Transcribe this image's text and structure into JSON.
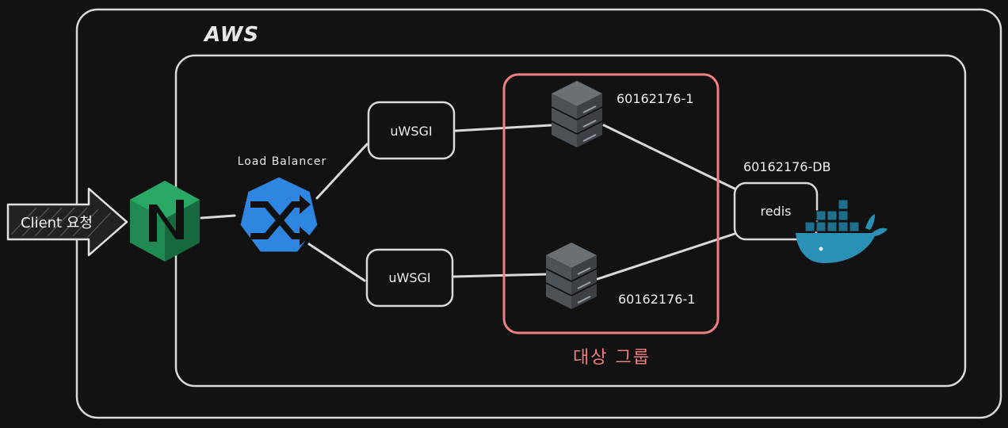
{
  "diagram": {
    "outer_label": "AWS",
    "client_label": "Client 요청",
    "load_balancer_label": "Load Balancer",
    "uwsgi_top_label": "uWSGI",
    "uwsgi_bottom_label": "uWSGI",
    "server_top_label": "60162176-1",
    "server_bottom_label": "60162176-1",
    "db_label": "60162176-DB",
    "redis_label": "redis",
    "target_group_label": "대상 그룹"
  },
  "colors": {
    "background": "#121212",
    "stroke": "#d9d9d9",
    "target_group": "#f07f83",
    "load_balancer": "#2f86e0",
    "nginx": "#1f8a52",
    "docker": "#2a90b6",
    "server": "#4d5257"
  },
  "icons": [
    "nginx-icon",
    "load-balancer-icon",
    "server-icon",
    "docker-icon",
    "arrow-icon"
  ]
}
